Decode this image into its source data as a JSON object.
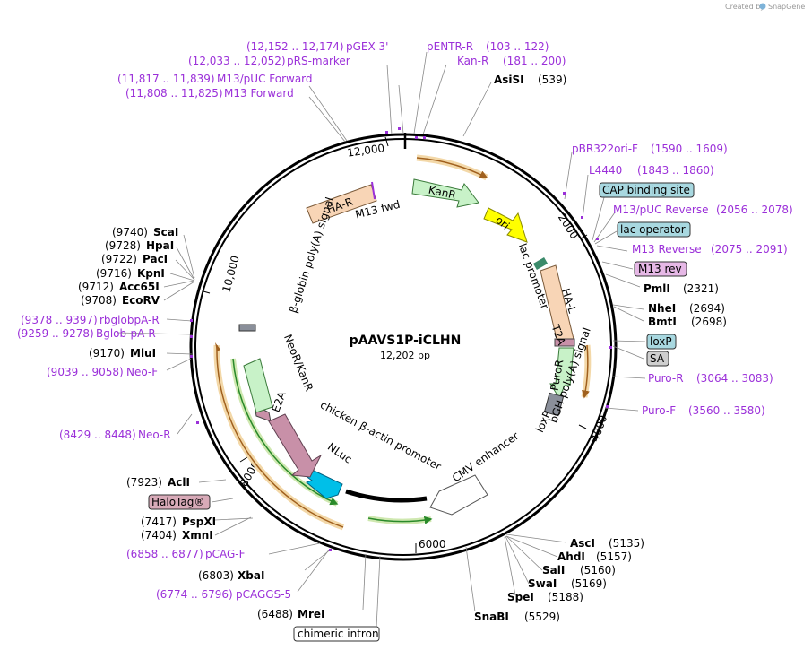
{
  "title": "pAAVS1P-iCLHN",
  "size": "12,202 bp",
  "credit": {
    "created_by": "Created by",
    "brand": "SnapGene"
  },
  "ticks": [
    "12,000",
    "2000",
    "4000",
    "6000",
    "8000",
    "10,000"
  ],
  "features": [
    "HA-R",
    "M13 fwd",
    "KanR",
    "ori",
    "lac promoter",
    "HA-L",
    "T2A",
    "PuroR",
    "bGH poly(A) signal",
    "loxP",
    "CMV enhancer",
    "chicken β-actin promoter",
    "NLuc",
    "E2A",
    "NeoR/KanR",
    "β-globin poly(A) signal"
  ],
  "enzymes": [
    {
      "name": "AsiSI",
      "pos": "(539)"
    },
    {
      "name": "PmlI",
      "pos": "(2321)"
    },
    {
      "name": "NheI",
      "pos": "(2694)"
    },
    {
      "name": "BmtI",
      "pos": "(2698)"
    },
    {
      "name": "AscI",
      "pos": "(5135)"
    },
    {
      "name": "AhdI",
      "pos": "(5157)"
    },
    {
      "name": "SalI",
      "pos": "(5160)"
    },
    {
      "name": "SwaI",
      "pos": "(5169)"
    },
    {
      "name": "SpeI",
      "pos": "(5188)"
    },
    {
      "name": "SnaBI",
      "pos": "(5529)"
    },
    {
      "name": "MreI",
      "pos": "(6488)"
    },
    {
      "name": "XbaI",
      "pos": "(6803)"
    },
    {
      "name": "XmnI",
      "pos": "(7404)"
    },
    {
      "name": "PspXI",
      "pos": "(7417)"
    },
    {
      "name": "AclI",
      "pos": "(7923)"
    },
    {
      "name": "MluI",
      "pos": "(9170)"
    },
    {
      "name": "EcoRV",
      "pos": "(9708)"
    },
    {
      "name": "Acc65I",
      "pos": "(9712)"
    },
    {
      "name": "KpnI",
      "pos": "(9716)"
    },
    {
      "name": "PacI",
      "pos": "(9722)"
    },
    {
      "name": "HpaI",
      "pos": "(9728)"
    },
    {
      "name": "ScaI",
      "pos": "(9740)"
    }
  ],
  "primers": [
    {
      "name": "pGEX 3'",
      "range": "(12,152 .. 12,174)"
    },
    {
      "name": "pRS-marker",
      "range": "(12,033 .. 12,052)"
    },
    {
      "name": "M13/pUC Forward",
      "range": "(11,817 .. 11,839)"
    },
    {
      "name": "M13 Forward",
      "range": "(11,808 .. 11,825)"
    },
    {
      "name": "pENTR-R",
      "range": "(103 .. 122)"
    },
    {
      "name": "Kan-R",
      "range": "(181 .. 200)"
    },
    {
      "name": "pBR322ori-F",
      "range": "(1590 .. 1609)"
    },
    {
      "name": "L4440",
      "range": "(1843 .. 1860)"
    },
    {
      "name": "M13/pUC Reverse",
      "range": "(2056 .. 2078)"
    },
    {
      "name": "M13 Reverse",
      "range": "(2075 .. 2091)"
    },
    {
      "name": "Puro-R",
      "range": "(3064 .. 3083)"
    },
    {
      "name": "Puro-F",
      "range": "(3560 .. 3580)"
    },
    {
      "name": "pCAG-F",
      "range": "(6858 .. 6877)"
    },
    {
      "name": "pCAGGS-5",
      "range": "(6774 .. 6796)"
    },
    {
      "name": "Neo-R",
      "range": "(8429 .. 8448)"
    },
    {
      "name": "Neo-F",
      "range": "(9039 .. 9058)"
    },
    {
      "name": "Bglob-pA-R",
      "range": "(9259 .. 9278)"
    },
    {
      "name": "rbglobpA-R",
      "range": "(9378 .. 9397)"
    }
  ],
  "boxed": [
    "CAP binding site",
    "lac operator",
    "M13 rev",
    "loxP",
    "SA",
    "HaloTag®",
    "chimeric intron"
  ],
  "colors": {
    "primer": "#9b30d9",
    "teal_box": "#a8d8e0",
    "pink_box": "#e6b8e6",
    "gray_box": "#cfcfcf",
    "mauve_box": "#d8aab8"
  }
}
